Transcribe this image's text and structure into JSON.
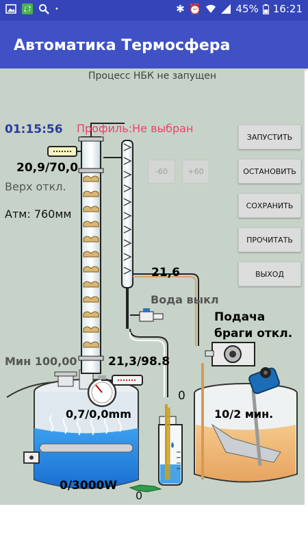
{
  "status_bar": {
    "battery": "45%",
    "time": "16:21"
  },
  "app": {
    "title": "Автоматика Термосфера"
  },
  "process_status": "Процесс НБК не запущен",
  "timer": "01:15:56",
  "profile": "Профиль:Не выбран",
  "top_temp": "20,9/70,0",
  "top_state": "Верх откл.",
  "atm": "Атм: 760мм",
  "min_power": "Мин 100,00",
  "bottom_temp": "21,3/98.8",
  "pressure": "0,7/0,0mm",
  "heater_power": "0/3000W",
  "cooler_temp": "21,6",
  "water_state": "Вода выкл",
  "feed_label_1": "Подача",
  "feed_label_2": "браги откл.",
  "feed_rate": "10/2 мин.",
  "collector_level": "0",
  "drain_value": "0",
  "small_buttons": {
    "minus": "-60",
    "plus": "+60"
  },
  "buttons": {
    "start": "ЗАПУСТИТЬ",
    "stop": "ОСТАНОВИТЬ",
    "save": "СОХРАНИТЬ",
    "read": "ПРОЧИТАТЬ",
    "exit": "ВЫХОД"
  },
  "colors": {
    "status_bar": "#3345b8",
    "app_bar": "#3f51c5",
    "canvas_bg": "#c7d3c8",
    "timer": "#2a3aa0",
    "profile": "#ef3f6c"
  }
}
